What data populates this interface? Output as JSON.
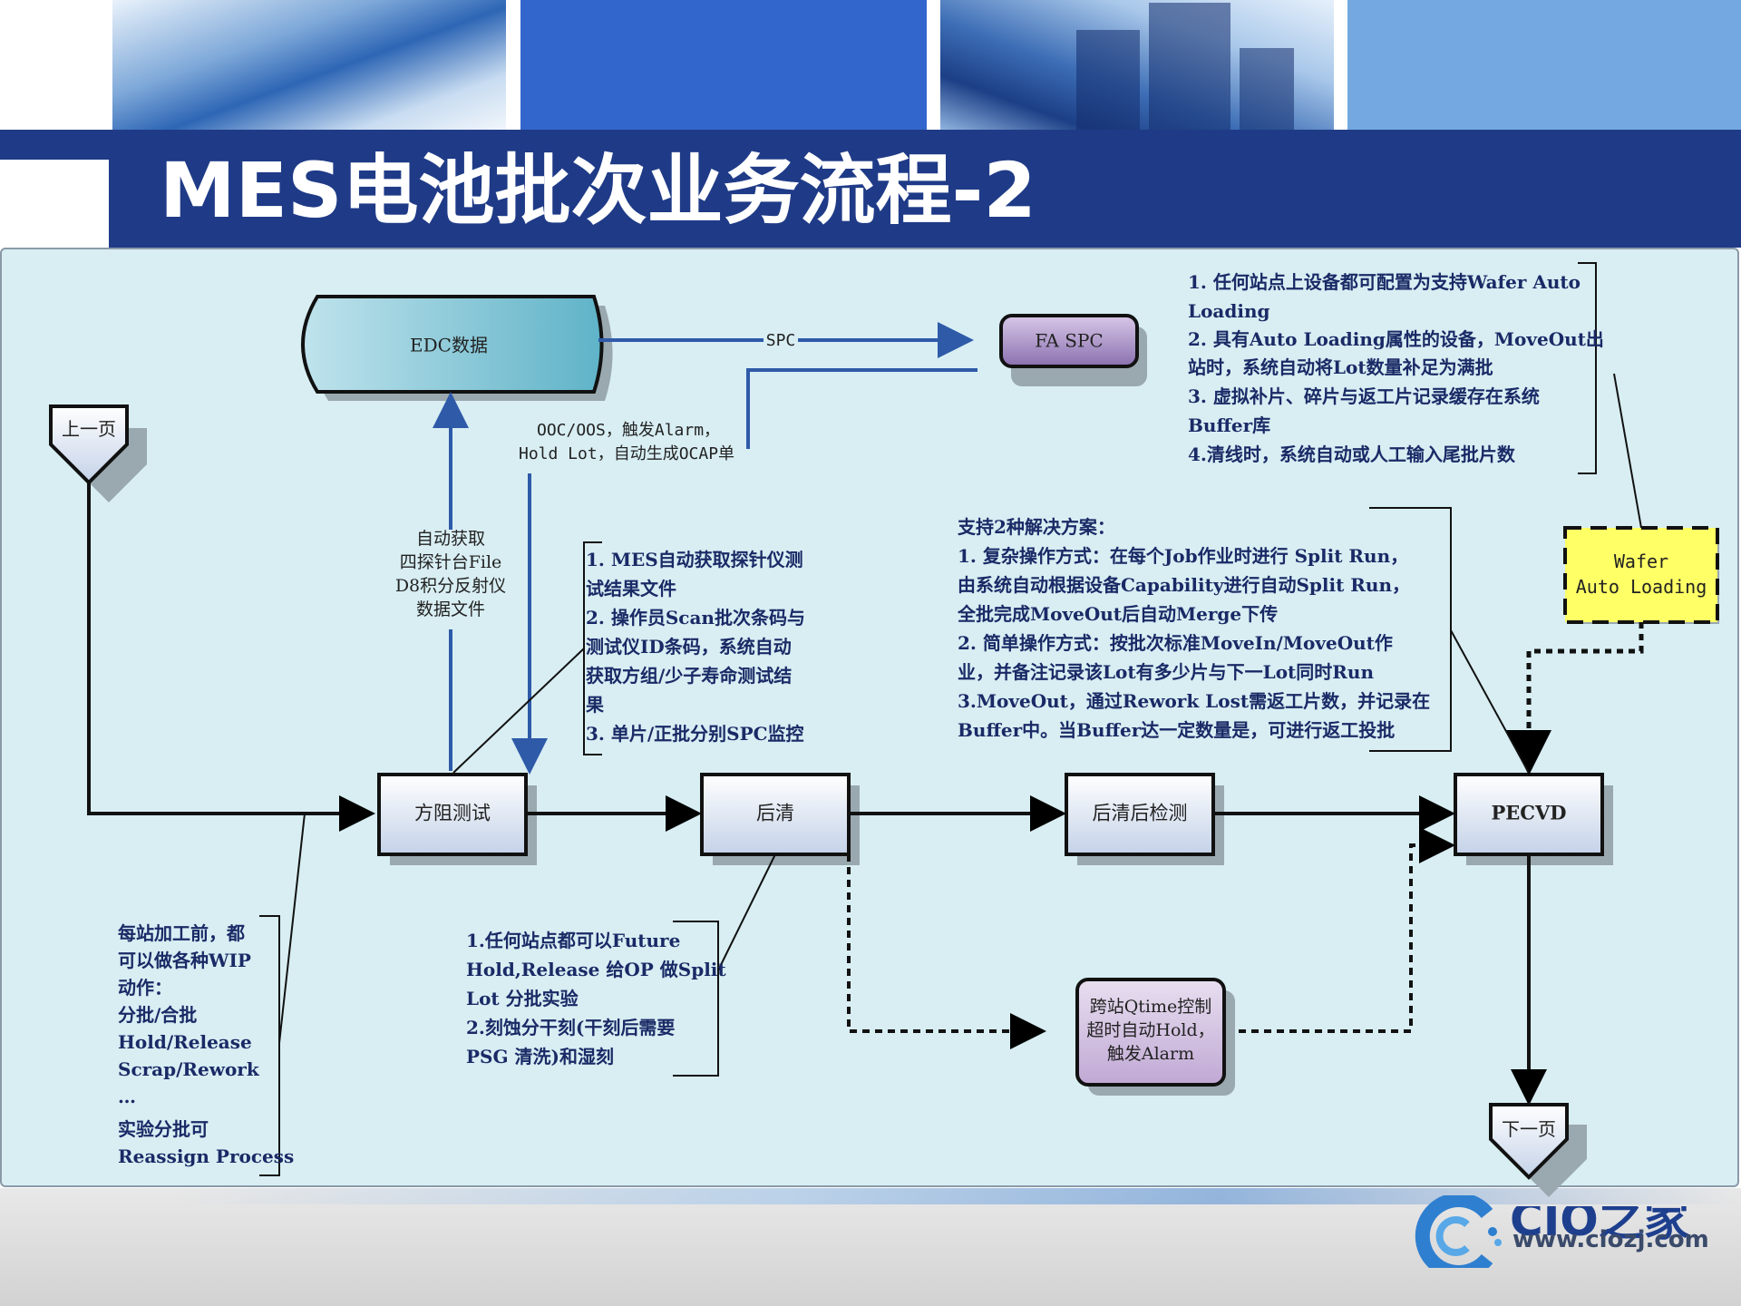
{
  "title": "MES电池批次业务流程-2",
  "colors": {
    "title_bar": "#1f3b87",
    "panel_bg": "#d8eef3",
    "blue_line": "#2e5aa8",
    "note_text": "#1a2a66"
  },
  "nodes": {
    "edc": "EDC数据",
    "fa_spc": "FA SPC",
    "prev_page": "上一页",
    "next_page": "下一页",
    "sheet_resistance": "方阻测试",
    "post_clean": "后清",
    "post_clean_inspect": "后清后检测",
    "pecvd": "PECVD",
    "qtime": [
      "跨站Qtime控制",
      "超时自动Hold，",
      "触发Alarm"
    ],
    "wafer_loading": [
      "Wafer",
      "Auto Loading"
    ]
  },
  "edge_labels": {
    "spc": "SPC",
    "ooc": [
      "OOC/OOS，触发Alarm，",
      "Hold Lot，自动生成OCAP单"
    ],
    "auto_fetch": [
      "自动获取",
      "四探针台File",
      "D8积分反射仪",
      "数据文件"
    ]
  },
  "notes": {
    "wafer_auto_loading": [
      "1. 任何站点上设备都可配置为支持Wafer Auto",
      "Loading",
      "2. 具有Auto Loading属性的设备，MoveOut出",
      "站时，系统自动将Lot数量补足为满批",
      "3. 虚拟补片、碎片与返工片记录缓存在系统",
      "Buffer库",
      "4.清线时，系统自动或人工输入尾批片数"
    ],
    "mes_fetch": [
      "1. MES自动获取探针仪测",
      "试结果文件",
      "2. 操作员Scan批次条码与",
      "测试仪ID条码，系统自动",
      "获取方组/少子寿命测试结",
      "果",
      "3. 单片/正批分别SPC监控"
    ],
    "two_solutions": [
      "支持2种解决方案：",
      "1. 复杂操作方式：在每个Job作业时进行 Split   Run，",
      "由系统自动根据设备Capability进行自动Split Run，",
      "全批完成MoveOut后自动Merge下传",
      "2. 简单操作方式：按批次标准MoveIn/MoveOut作",
      "业，并备注记录该Lot有多少片与下一Lot同时Run",
      "3.MoveOut，通过Rework Lost需返工片数，并记录在",
      "Buffer中。当Buffer达一定数量是，可进行返工投批"
    ],
    "future_hold": [
      "1.任何站点都可以Future",
      "Hold,Release 给OP 做Split",
      "Lot 分批实验",
      "2.刻蚀分干刻(干刻后需要",
      "PSG 清洗)和湿刻"
    ],
    "wip_actions": [
      "每站加工前，都",
      "可以做各种WIP",
      "动作：",
      "分批/合批",
      "Hold/Release",
      "Scrap/Rework",
      "…",
      "实验分批可",
      "Reassign Process"
    ]
  },
  "logo": {
    "text": "CIO之家",
    "url": "www.ciozj.com"
  }
}
